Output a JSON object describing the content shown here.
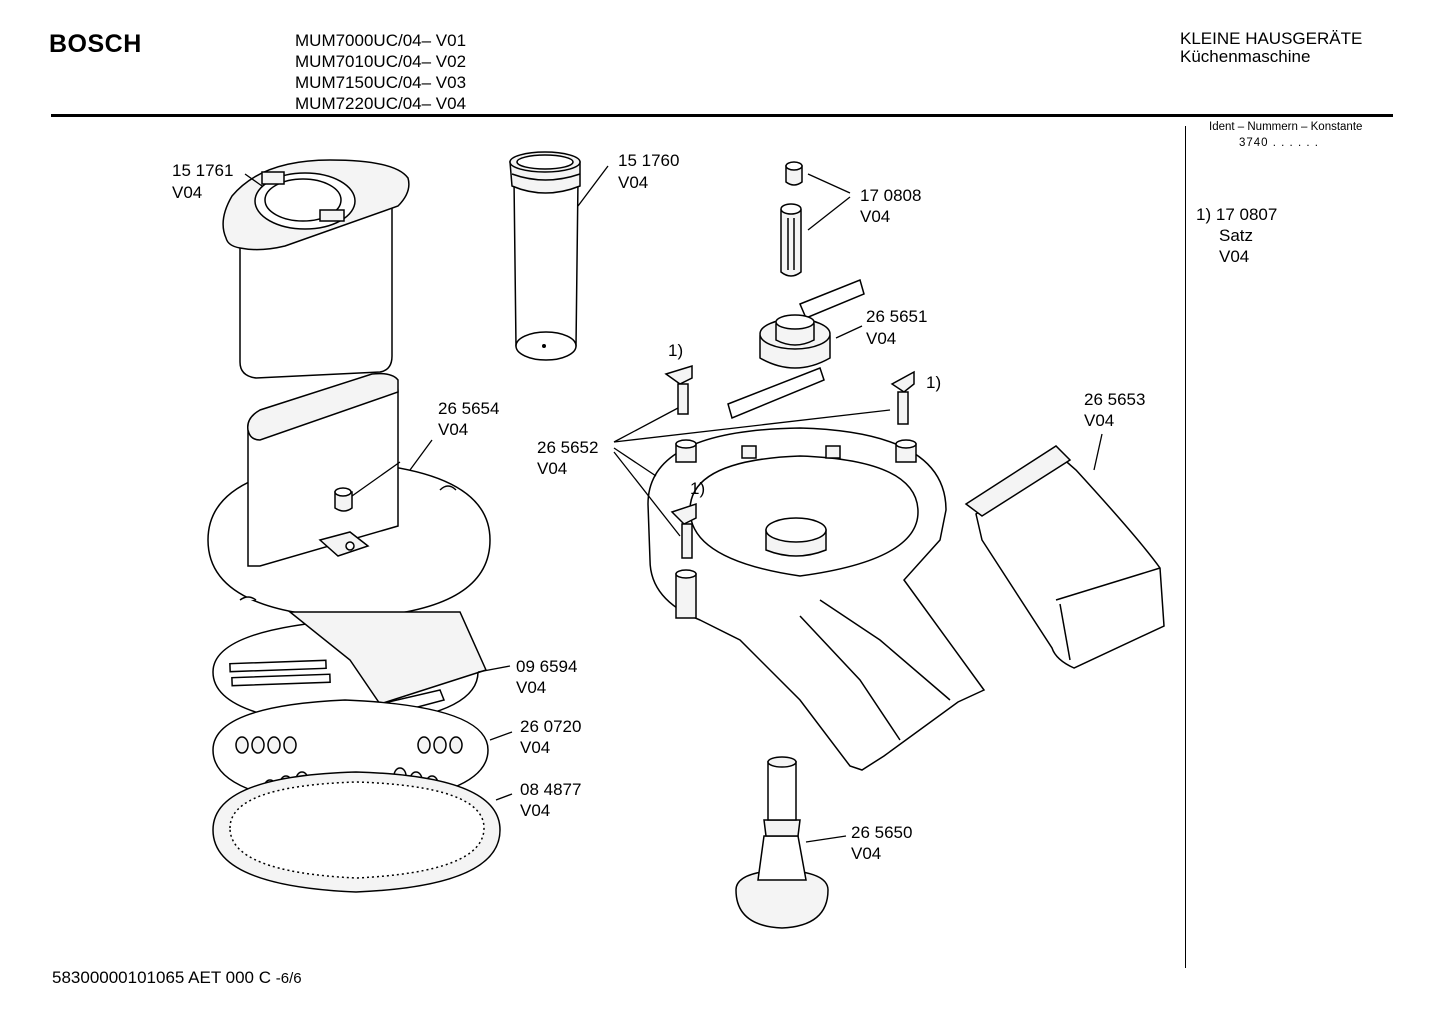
{
  "header": {
    "brand": "BOSCH",
    "models": [
      "MUM7000UC/04– V01",
      "MUM7010UC/04– V02",
      "MUM7150UC/04– V03",
      "MUM7220UC/04– V04"
    ],
    "category": "KLEINE HAUSGERÄTE",
    "subcategory": "Küchenmaschine"
  },
  "ident": {
    "title": "Ident – Nummern – Konstante",
    "value": "3740 . .   . . . ."
  },
  "note": {
    "marker": "1)",
    "number": "17 0807",
    "name": "Satz",
    "version": "V04"
  },
  "parts": [
    {
      "number": "15 1761",
      "version": "V04"
    },
    {
      "number": "15 1760",
      "version": "V04"
    },
    {
      "number": "17 0808",
      "version": "V04"
    },
    {
      "number": "26 5651",
      "version": "V04"
    },
    {
      "number": "26 5654",
      "version": "V04"
    },
    {
      "number": "26 5652",
      "version": "V04"
    },
    {
      "number": "26 5653",
      "version": "V04"
    },
    {
      "number": "09 6594",
      "version": "V04"
    },
    {
      "number": "26 0720",
      "version": "V04"
    },
    {
      "number": "08 4877",
      "version": "V04"
    },
    {
      "number": "26 5650",
      "version": "V04"
    }
  ],
  "set_marker": "1)",
  "footer": {
    "code": "58300000101065 AET 000 C",
    "page": "-6/6"
  }
}
